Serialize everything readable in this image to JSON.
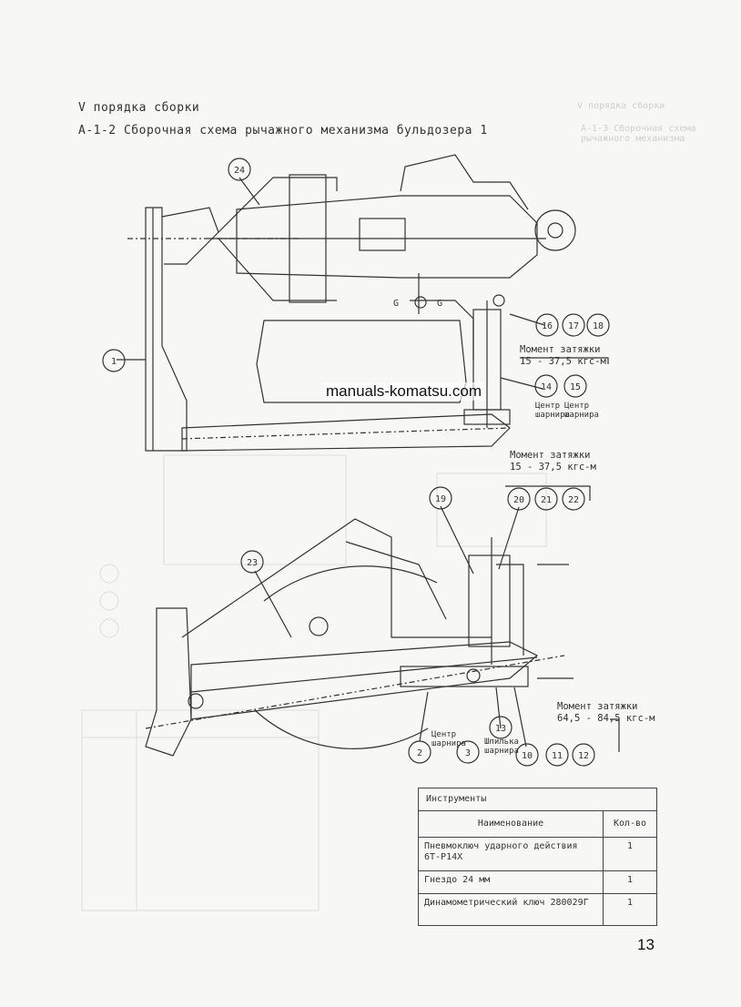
{
  "header": {
    "line1": "V порядка сборки",
    "line2": "А-1-2 Сборочная схема рычажного механизма бульдозера 1"
  },
  "ghost_text": {
    "line1": "V порядка сборки",
    "line2": "А-1-3 Сборочная схема рычажного механизма"
  },
  "watermark": "manuals-komatsu.com",
  "torque": {
    "upper_right": {
      "label": "Момент затяжки",
      "value": "15 - 37,5 кгс-м"
    },
    "middle": {
      "label": "Момент затяжки",
      "value": "15 - 37,5 кгс-м"
    },
    "lower": {
      "label": "Момент затяжки",
      "value": "64,5 - 84,5 кгс-м"
    }
  },
  "labels": {
    "pivot_center_top_a": "Центр",
    "pivot_center_top_b": "шарнира",
    "pivot_center_top_c": "Центр",
    "pivot_center_top_d": "шарнира",
    "link_center_a": "Центр",
    "link_center_b": "шарнира",
    "pin_center_a": "Шпилька",
    "pin_center_b": "шарнира"
  },
  "callouts": {
    "c1": "1",
    "c2": "2",
    "c3": "3",
    "c10": "10",
    "c11": "11",
    "c12": "12",
    "c13": "13",
    "c14": "14",
    "c15": "15",
    "c16": "16",
    "c17": "17",
    "c18": "18",
    "c19": "19",
    "c20": "20",
    "c21": "21",
    "c22": "22",
    "c23": "23",
    "c24": "24"
  },
  "tools_table": {
    "title": "Инструменты",
    "col_name": "Наименование",
    "col_qty": "Кол-во",
    "rows": [
      {
        "name": "Пневмоключ ударного действия 6Т-Р14Х",
        "qty": "1"
      },
      {
        "name": "Гнездо 24 мм",
        "qty": "1"
      },
      {
        "name": "Динамометрический ключ 280029Г",
        "qty": "1"
      }
    ]
  },
  "page_number": "13"
}
